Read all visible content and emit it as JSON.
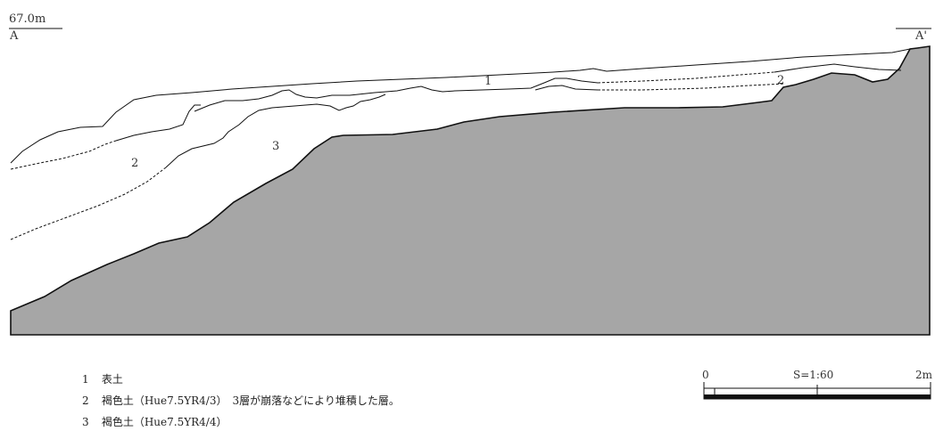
{
  "section": {
    "elevation_label": "67.0m",
    "point_left": "A",
    "point_right": "A'",
    "layer_labels": [
      {
        "id": "1",
        "text": "1"
      },
      {
        "id": "2-left",
        "text": "2"
      },
      {
        "id": "2-right",
        "text": "2"
      },
      {
        "id": "3",
        "text": "3"
      }
    ],
    "colors": {
      "bedrock": "#a6a6a6",
      "line": "#111111"
    }
  },
  "legend": [
    {
      "num": "1",
      "text": "表土"
    },
    {
      "num": "2",
      "text": "褐色土（Hue7.5YR4/3）　3層が崩落などにより堆積した層。"
    },
    {
      "num": "3",
      "text": "褐色土（Hue7.5YR4/4）"
    }
  ],
  "scale": {
    "start": "0",
    "ratio": "S=1:60",
    "end": "2m"
  }
}
